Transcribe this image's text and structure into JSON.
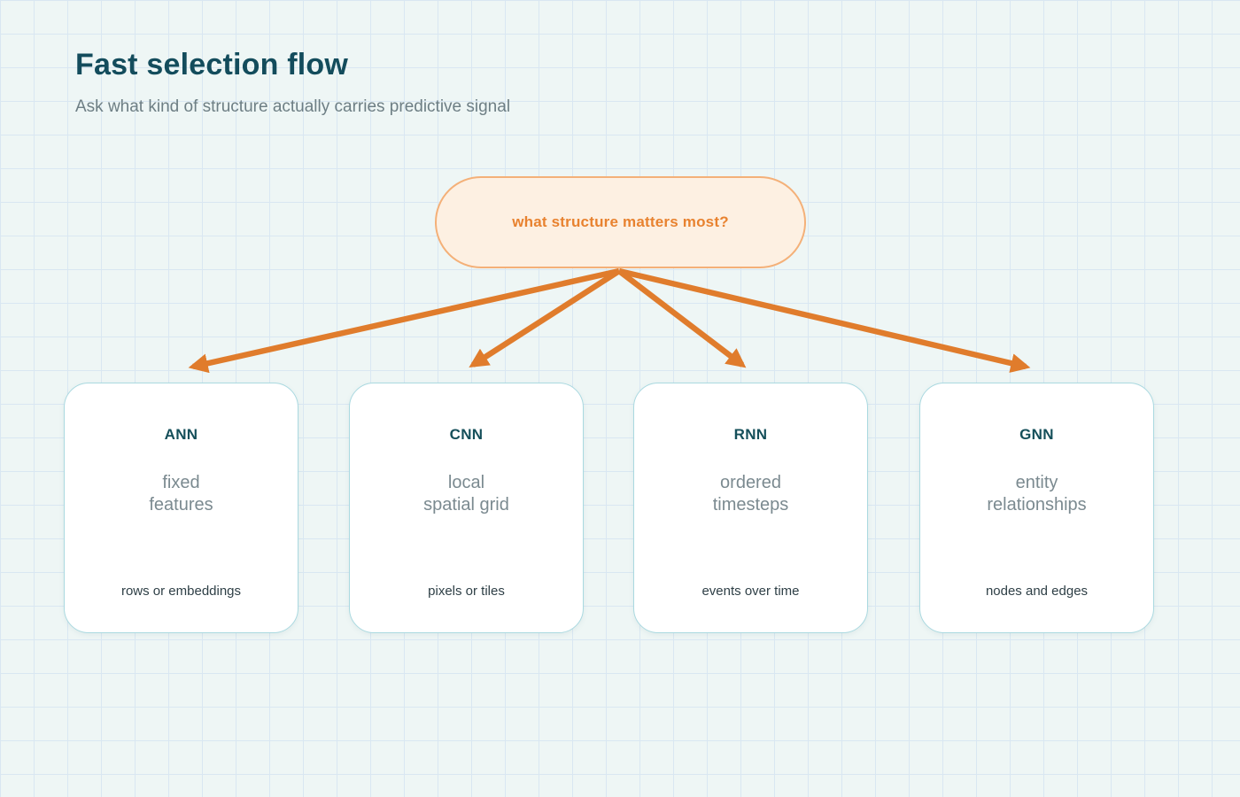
{
  "header": {
    "title": "Fast selection flow",
    "subtitle": "Ask what kind of structure actually carries predictive signal"
  },
  "root": {
    "label": "what structure matters most?"
  },
  "branches": [
    {
      "id": "ann",
      "title": "ANN",
      "signal": "fixed\nfeatures",
      "example": "rows or embeddings"
    },
    {
      "id": "cnn",
      "title": "CNN",
      "signal": "local\nspatial grid",
      "example": "pixels or tiles"
    },
    {
      "id": "rnn",
      "title": "RNN",
      "signal": "ordered\ntimesteps",
      "example": "events over time"
    },
    {
      "id": "gnn",
      "title": "GNN",
      "signal": "entity\nrelationships",
      "example": "nodes and edges"
    }
  ],
  "colors": {
    "background": "#eef6f5",
    "grid_line": "#d9e7f2",
    "heading_teal": "#134c5c",
    "subtitle_gray": "#6d7e84",
    "pill_fill": "#fdf0e2",
    "pill_border": "#f4b078",
    "pill_text": "#e8822f",
    "arrow_orange": "#e07c2c",
    "card_border": "#aad9e0",
    "card_fill": "#ffffff",
    "card_title_teal": "#154f5a",
    "muted_text": "#7b8a90",
    "example_text": "#2e3f46"
  }
}
